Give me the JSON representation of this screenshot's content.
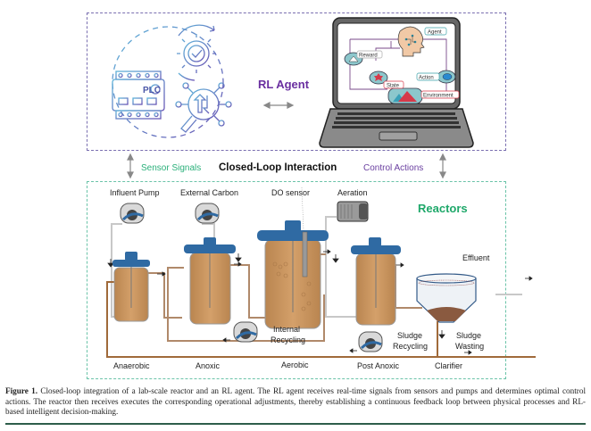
{
  "figure": {
    "top_panel": {
      "center_label": "RL Agent",
      "left_icon_group": [
        "plc-icon",
        "gear-check-icon",
        "search-transfer-icon"
      ],
      "plc_text": "PLC",
      "screen_diagram": {
        "agent": "Agent",
        "reward": "Reward",
        "action": "Action",
        "state": "State",
        "environment": "Environment"
      }
    },
    "middle": {
      "sensor_signals": "Sensor Signals",
      "title": "Closed-Loop Interaction",
      "control_actions": "Control Actions"
    },
    "bottom_panel": {
      "title": "Reactors",
      "equipment_labels": {
        "influent_pump": "Influent Pump",
        "external_carbon": "External Carbon",
        "do_sensor": "DO sensor",
        "aeration": "Aeration",
        "effluent": "Effluent",
        "internal_recycling_1": "Internal",
        "internal_recycling_2": "Recycling",
        "sludge_recycling_1": "Sludge",
        "sludge_recycling_2": "Recycling",
        "sludge_wasting_1": "Sludge",
        "sludge_wasting_2": "Wasting"
      },
      "stages": [
        "Anaerobic",
        "Anoxic",
        "Aerobic",
        "Post Anoxic",
        "Clarifier"
      ]
    },
    "caption": {
      "label": "Figure 1.",
      "text": " Closed-loop integration of a lab-scale reactor and an RL agent. The RL agent receives real-time signals from sensors and pumps and determines optimal control actions. The reactor then receives executes the corresponding operational adjustments, thereby establishing a continuous feedback loop between physical processes and RL-based intelligent decision-making."
    },
    "colors": {
      "top_border": "#7a6fb0",
      "bottom_border": "#6ac3a8",
      "rl_agent": "#6a2fa0",
      "reactors": "#1fa86a",
      "sensor": "#2ab07a",
      "control": "#6a3fa0",
      "lid": "#2f6aa3",
      "liquid": "#c89560",
      "pipe": "#a47852"
    }
  }
}
